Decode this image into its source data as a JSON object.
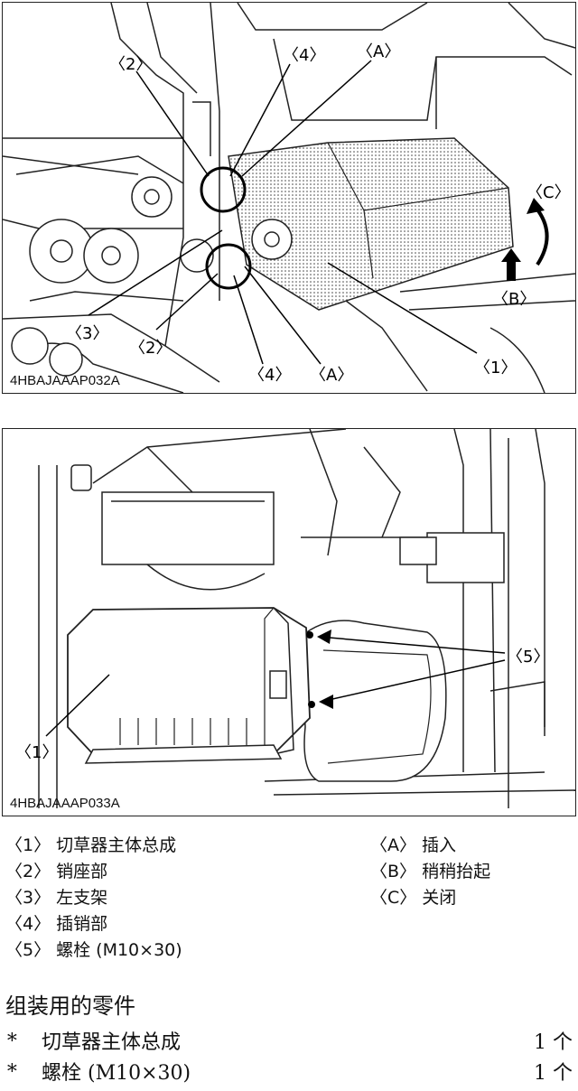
{
  "figure1": {
    "code": "4HBAJAAAP032A",
    "callouts": [
      "〈2〉",
      "〈4〉",
      "〈A〉",
      "〈C〉",
      "〈B〉",
      "〈1〉",
      "〈A〉",
      "〈4〉",
      "〈2〉",
      "〈3〉"
    ]
  },
  "figure2": {
    "code": "4HBAJAAAP033A",
    "callouts": [
      "〈5〉",
      "〈1〉"
    ]
  },
  "legend": {
    "left": [
      "〈1〉 切草器主体总成",
      "〈2〉 销座部",
      "〈3〉 左支架",
      "〈4〉 插销部",
      "〈5〉 螺栓 (M10×30)"
    ],
    "right": [
      "〈A〉 插入",
      "〈B〉 稍稍抬起",
      "〈C〉 关闭"
    ]
  },
  "parts": {
    "title": "组装用的零件",
    "items": [
      {
        "mark": "∗",
        "name": "切草器主体总成",
        "qty": "1 个"
      },
      {
        "mark": "∗",
        "name": "螺栓 (M10×30)",
        "qty": "1 个"
      }
    ]
  }
}
